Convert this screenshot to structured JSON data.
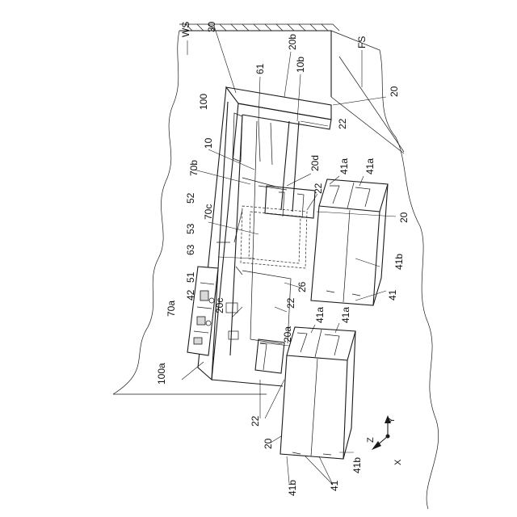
{
  "figure": {
    "labels": {
      "ws": "WS",
      "fs": "FS",
      "l30": "30",
      "l20b": "20b",
      "l100": "100",
      "l61": "61",
      "l10b": "10b",
      "l20_top": "20",
      "l22_top": "22",
      "l10": "10",
      "l20d": "20d",
      "l70b": "70b",
      "l22_mid": "22",
      "l41a_1": "41a",
      "l41a_2": "41a",
      "l52": "52",
      "l70c": "70c",
      "l20_right": "20",
      "l53": "53",
      "l63": "63",
      "l41b_right": "41b",
      "l51": "51",
      "l42": "42",
      "l26": "26",
      "l22_center": "22",
      "l70a": "70a",
      "l41_right": "41",
      "l20c": "20c",
      "l41a_3": "41a",
      "l41a_4": "41a",
      "l20a": "20a",
      "l100a": "100a",
      "l22_bottom": "22",
      "l20_bottom": "20",
      "l41b_bot1": "41b",
      "l41_bottom": "41",
      "l41b_bot2": "41b"
    },
    "axes": {
      "x": "X",
      "y": "Y",
      "z": "Z"
    }
  }
}
